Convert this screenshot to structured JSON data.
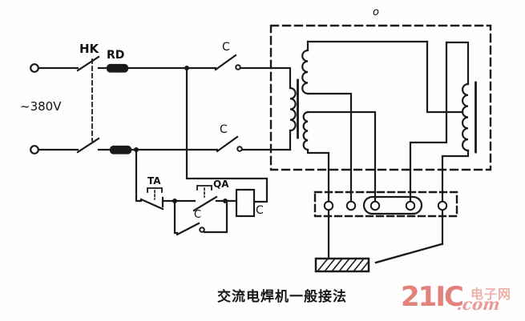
{
  "diagram": {
    "labels": {
      "knife_switch": "HK",
      "fuse": "RD",
      "contactor_main_top": "C",
      "contactor_main_bottom": "C",
      "supply_voltage": "~380V",
      "stop_button": "TA",
      "start_button": "QA",
      "holding_contact": "C",
      "contactor_coil": "C",
      "enclosure_mark": "o"
    },
    "caption": "交流电焊机一般接法"
  },
  "watermark": {
    "brand": "21IC",
    "site_name": "电子网",
    "suffix": ".com",
    "brand_color": "#e2827d",
    "accent_color": "#f0b0ab"
  },
  "colors": {
    "line": "#1a1a1a",
    "background": "#ffffff"
  }
}
